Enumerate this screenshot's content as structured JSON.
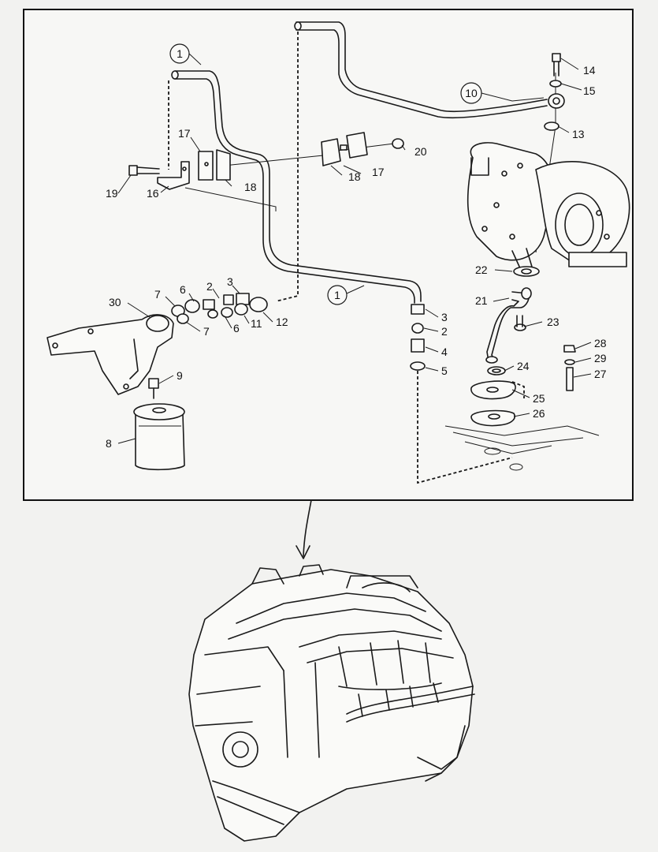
{
  "diagram": {
    "callouts": [
      {
        "id": "c1a",
        "label": "1",
        "circled": true
      },
      {
        "id": "c1b",
        "label": "1",
        "circled": true
      },
      {
        "id": "c10",
        "label": "10",
        "circled": true
      },
      {
        "id": "c14",
        "label": "14"
      },
      {
        "id": "c15",
        "label": "15"
      },
      {
        "id": "c13",
        "label": "13"
      },
      {
        "id": "c17a",
        "label": "17"
      },
      {
        "id": "c17b",
        "label": "17"
      },
      {
        "id": "c18a",
        "label": "18"
      },
      {
        "id": "c18b",
        "label": "18"
      },
      {
        "id": "c19",
        "label": "19"
      },
      {
        "id": "c16",
        "label": "16"
      },
      {
        "id": "c20",
        "label": "20"
      },
      {
        "id": "c22",
        "label": "22"
      },
      {
        "id": "c21",
        "label": "21"
      },
      {
        "id": "c23",
        "label": "23"
      },
      {
        "id": "c28",
        "label": "28"
      },
      {
        "id": "c29",
        "label": "29"
      },
      {
        "id": "c27",
        "label": "27"
      },
      {
        "id": "c24",
        "label": "24"
      },
      {
        "id": "c25",
        "label": "25"
      },
      {
        "id": "c26",
        "label": "26"
      },
      {
        "id": "c3a",
        "label": "3"
      },
      {
        "id": "c2a",
        "label": "2"
      },
      {
        "id": "c4",
        "label": "4"
      },
      {
        "id": "c5",
        "label": "5"
      },
      {
        "id": "c7a",
        "label": "7"
      },
      {
        "id": "c6a",
        "label": "6"
      },
      {
        "id": "c2b",
        "label": "2"
      },
      {
        "id": "c3b",
        "label": "3"
      },
      {
        "id": "c30",
        "label": "30"
      },
      {
        "id": "c7b",
        "label": "7"
      },
      {
        "id": "c6b",
        "label": "6"
      },
      {
        "id": "c11",
        "label": "11"
      },
      {
        "id": "c12",
        "label": "12"
      },
      {
        "id": "c9",
        "label": "9"
      },
      {
        "id": "c8",
        "label": "8"
      }
    ]
  }
}
